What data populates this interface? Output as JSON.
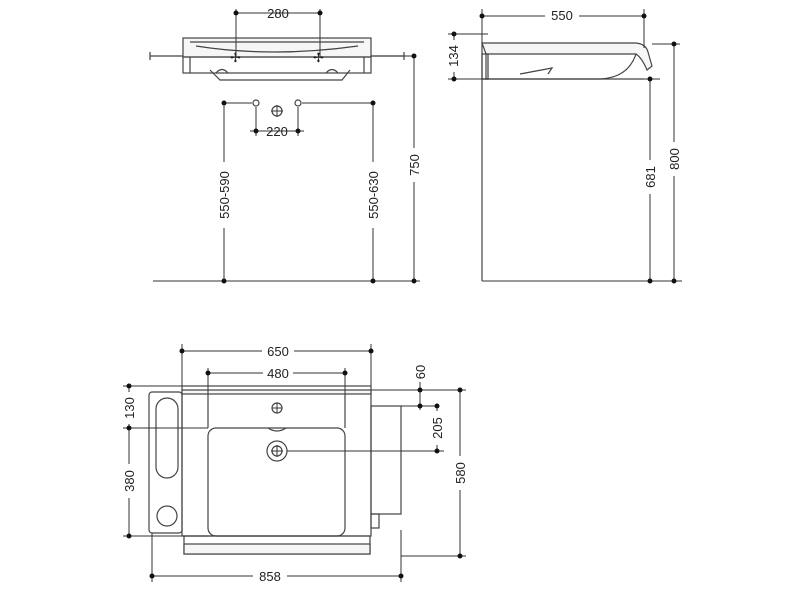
{
  "front_view": {
    "tap_spacing": "280",
    "mount_spacing": "220",
    "mount_height_left": "550-590",
    "mount_height_right": "550-630",
    "total_height": "750"
  },
  "side_view": {
    "depth": "550",
    "thickness": "134",
    "clearance_height": "681",
    "top_height": "800"
  },
  "top_view": {
    "width": "650",
    "basin_width": "480",
    "rear_offset": "60",
    "handle_depth": "130",
    "bowl_depth": "380",
    "drain_offset": "205",
    "total_depth": "580",
    "overall_width": "858"
  }
}
